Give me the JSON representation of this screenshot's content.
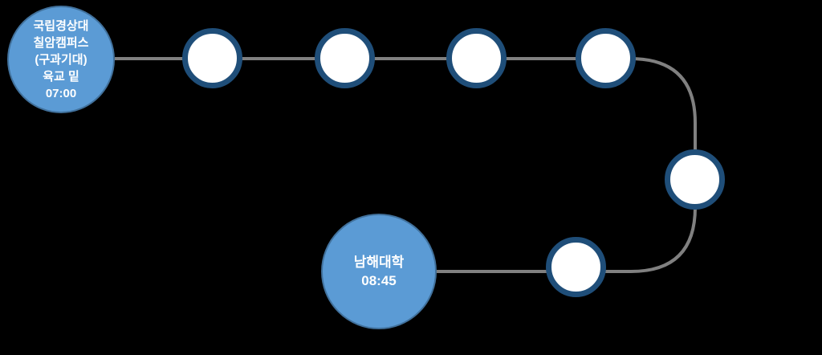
{
  "route": {
    "start": {
      "lines": [
        "국립경상대",
        "칠암캠퍼스",
        "(구과기대)",
        "육교 밑",
        "07:00"
      ]
    },
    "end": {
      "lines": [
        "남해대학",
        "08:45"
      ]
    },
    "intermediate_stop_count": 6,
    "colors": {
      "background": "#000000",
      "line": "#808080",
      "stop_fill": "#FFFFFF",
      "stop_border": "#1F4E79",
      "terminal_fill": "#5B9BD5",
      "terminal_border": "#41719C",
      "text": "#FFFFFF"
    }
  }
}
